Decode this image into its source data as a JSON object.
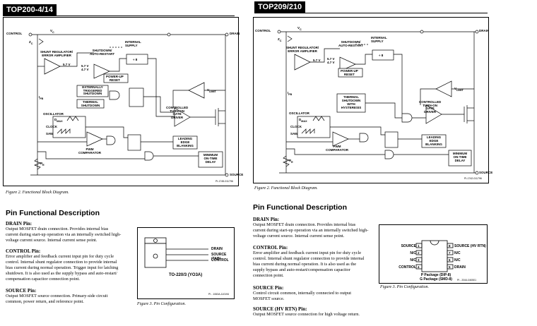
{
  "left": {
    "tab": "TOP200-4/14",
    "caption": "Figure 2.  Functional Block Diagram.",
    "diagram_id": "PI-1745-011796",
    "labels": {
      "control": "CONTROL",
      "vc": "V",
      "vc_sub": "C",
      "zc": "Z",
      "zc_sub": "C",
      "drain": "DRAIN",
      "shunt": [
        "SHUNT REGULATOR/",
        "ERROR AMPLIFIER"
      ],
      "v57": "5.7 V",
      "shutdown": [
        "SHUTDOWN/",
        "AUTO-RESTART"
      ],
      "internal": [
        "INTERNAL",
        "SUPPLY"
      ],
      "v47": "4.7 V",
      "v57b": "5.7 V",
      "div8": "÷ 8",
      "powerup": [
        "POWER-UP",
        "RESET"
      ],
      "ilimit": "I",
      "ilimit_sub": "LIMIT",
      "vilimit": "V",
      "ext": [
        "EXTERNALLY",
        "TRIGGERED",
        "SHUTDOWN"
      ],
      "thermal": [
        "THERMAL",
        "SHUTDOWN"
      ],
      "s": "S",
      "r": "R",
      "q": "Q",
      "controlled": [
        "CONTROLLED",
        "TURN-ON",
        "GATE",
        "DRIVER"
      ],
      "ifb": "I",
      "ifb_sub": "FB",
      "oscillator": "OSCILLATOR",
      "dmax": "D",
      "dmax_sub": "MAX",
      "clock": "CLOCK",
      "saw": "SAW",
      "pwm": [
        "PWM",
        "COMPARATOR"
      ],
      "leading": [
        "LEADING",
        "EDGE",
        "BLANKING"
      ],
      "minimum": [
        "MINIMUM",
        "ON-TIME",
        "DELAY"
      ],
      "re": "R",
      "re_sub": "E",
      "source": "SOURCE"
    },
    "pin_heading": "Pin Functional Description",
    "pins": [
      {
        "name": "DRAIN Pin:",
        "lines": [
          "Output MOSFET drain connection.  Provides internal bias",
          "current during start-up operation via an internally switched high-",
          "voltage current source.  Internal current sense point."
        ]
      },
      {
        "name": "CONTROL Pin:",
        "lines": [
          "Error amplifier and feedback current input pin for duty cycle",
          "control.  Internal shunt regulator connection to provide internal",
          "bias current during normal operation.  Trigger input for latching",
          "shutdown.  It is also used as the supply bypass and auto-restart/",
          "compensation capacitor connection point."
        ]
      },
      {
        "name": "SOURCE Pin:",
        "lines": [
          "Output MOSFET source connection.  Primary-side circuit",
          "common, power return, and reference point."
        ]
      }
    ],
    "package": {
      "pins": [
        "DRAIN",
        "SOURCE (TAB)",
        "CONTROL"
      ],
      "name": "TO-220/3 (YO3A)",
      "id": "PI - 1063A-110194"
    },
    "fig3": "Figure 3.  Pin Configuration."
  },
  "right": {
    "tab": "TOP209/210",
    "caption": "Figure 2.  Functional Block Diagram.",
    "diagram_id": "PI-1742-011796",
    "labels": {
      "control": "CONTROL",
      "vc": "V",
      "vc_sub": "C",
      "zc": "Z",
      "zc_sub": "C",
      "drain": "DRAIN",
      "shunt": [
        "SHUNT REGULATOR/",
        "ERROR AMPLIFIER"
      ],
      "v57": "5.7 V",
      "shutdown": [
        "SHUTDOWN/",
        "AUTO-RESTART"
      ],
      "internal": [
        "INTERNAL",
        "SUPPLY"
      ],
      "v47": "4.7 V",
      "v57b": "5.7 V",
      "div8": "÷ 8",
      "powerup": [
        "POWER-UP",
        "RESET"
      ],
      "ilimit": "I",
      "ilimit_sub": "LIMIT",
      "vilimit": "V",
      "thermal": [
        "THERMAL",
        "SHUTDOWN",
        "WITH",
        "HYSTERESIS"
      ],
      "s": "S",
      "r": "R",
      "q": "Q",
      "controlled": [
        "CONTROLLED",
        "TURN-ON",
        "GATE",
        "DRIVER"
      ],
      "ifb": "I",
      "ifb_sub": "FB",
      "oscillator": "OSCILLATOR",
      "dmax": "D",
      "dmax_sub": "MAX",
      "clock": "CLOCK",
      "saw": "SAW",
      "pwm": [
        "PWM",
        "COMPARATOR"
      ],
      "leading": [
        "LEADING",
        "EDGE",
        "BLANKING"
      ],
      "minimum": [
        "MINIMUM",
        "ON-TIME",
        "DELAY"
      ],
      "re": "R",
      "re_sub": "E",
      "source": "SOURCE"
    },
    "pin_heading": "Pin Functional Description",
    "pins": [
      {
        "name": "DRAIN Pin:",
        "lines": [
          "Output MOSFET drain connection.  Provides internal bias",
          "current during start-up operation via an internally switched high-",
          "voltage current source.  Internal current sense point."
        ]
      },
      {
        "name": "CONTROL Pin:",
        "lines": [
          "Error amplifier and feedback current input pin for duty cycle",
          "control.  Internal shunt regulator connection to provide internal",
          "bias current during normal operation.  It is also used as the",
          "supply bypass and auto-restart/compensation capacitor",
          "connection point."
        ]
      },
      {
        "name": "SOURCE Pin:",
        "lines": [
          "Control circuit common, internally connected to output",
          "MOSFET source."
        ]
      },
      {
        "name": "SOURCE (HV RTN) Pin:",
        "lines": [
          "Output MOSFET source connection for high voltage return."
        ]
      }
    ],
    "package": {
      "left": [
        {
          "n": "1",
          "label": "SOURCE"
        },
        {
          "n": "2",
          "label": "N/C"
        },
        {
          "n": "3",
          "label": "N/C"
        },
        {
          "n": "4",
          "label": "CONTROL"
        }
      ],
      "right": [
        {
          "n": "8",
          "label": "SOURCE (HV RTN)"
        },
        {
          "n": "7",
          "label": "N/C"
        },
        {
          "n": "6",
          "label": "N/C"
        },
        {
          "n": "5",
          "label": "DRAIN"
        }
      ],
      "name1": "P Package (DIP-8)",
      "name2": "G Package (SMD-8)",
      "id": "PI - 2044-040501"
    },
    "fig3": "Figure 3.  Pin Configuration."
  }
}
